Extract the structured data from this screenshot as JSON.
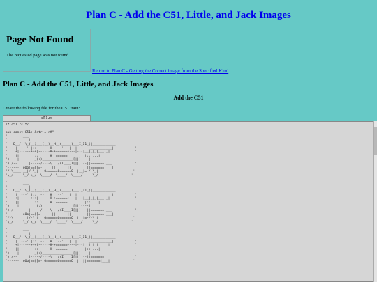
{
  "header": {
    "title": "Plan C - Add the C51, Little, and Jack Images"
  },
  "error_frame": {
    "heading": "Page Not Found",
    "message": "The requested page was not found."
  },
  "return_link": "Return to Plan C - Getting the Correct image from the Specified Kind",
  "main": {
    "section_title": "Plan C - Add the C51, Little, and Jack Images",
    "subsection_title": "Add the C51",
    "instruction": "Create the following file for the C51 train:",
    "file_tab": "c51.rs",
    "code_lines": [
      "/* c51.rs */",
      "",
      "pub const C51: &str = r#\"",
      "'        ___                                                        ",
      "'       |   |                                                       ",
      "'   D__/  \\_(__)___(__)__H__(_____)___I_I1_(|____________           '",
      "'    |  ---' |::  --'  H  '--'   |  |      ____________|           '",
      "'    +|------+++|------H-+======+---|---|__|_|_|___|_|             '",
      "'    ||        ::      H  ======      |  |:: ...|                   '",
      "')    |        _(:)________________[||]----|                        '",
      "') /-- ||   |-----/----\\   /(I____I[||] --||=======|___            '",
      "'------'|oOo|==[]=-     ||      ||     |  ||=======|___|            '",
      "'/-\\____|__|/-\\_|   O======O======O  |__|=-/-\\_|                  '",
      "'\\_/     \\_/ \\_/  \\____/  \\____/  \\____/     \\_/                 '",
      "",
      "'        ___                                                        ",
      "'       |   |                                                       ",
      "'   D__/  \\_(__)___(__)__H__(_____)___I_I1_(|____________           '",
      "'    |  ---' |::  --'  H  '--'   |  |      ____________|           '",
      "'    +|------+++|------H-+======+---|---|__|_|_|___|_|             '",
      "'    ||        ::      H  ======      |  |:: ...|                   '",
      "')    |        _(:)________________[||]----|                        '",
      "') /-- ||   |-----/----\\   /(I____I[||] --||=======|___            '",
      "'------'|oOo|==[]=-     ||      ||     |  ||=======|___|            '",
      "'/-\\____|__|/-\\_|   O======O======O  |__|=-/-\\_|                  '",
      "'\\_/     \\_/ \\_/  \\____/  \\____/  \\____/     \\_/                 '",
      "",
      "'        ___                                                        ",
      "'       |   |                                                       ",
      "'   D__/  \\_(__)___(__)__H__(_____)___I_I1_(|____________           '",
      "'    |  ---' |::  --'  H  '--'   |  |      ____________|           '",
      "'    +|------+++|------H-+======+---|---|__|_|_|___|_|             '",
      "'    ||        ::      H  ======      |  |:: ...|                   '",
      "')    |        _(:)________________[||]----|                        '",
      "') /-- ||   |-----/----\\   /(I____I[||] --||=======|___            '",
      "'------'|oOo|==[]=- O======O======O  |  ||=======|___|            '"
    ]
  }
}
